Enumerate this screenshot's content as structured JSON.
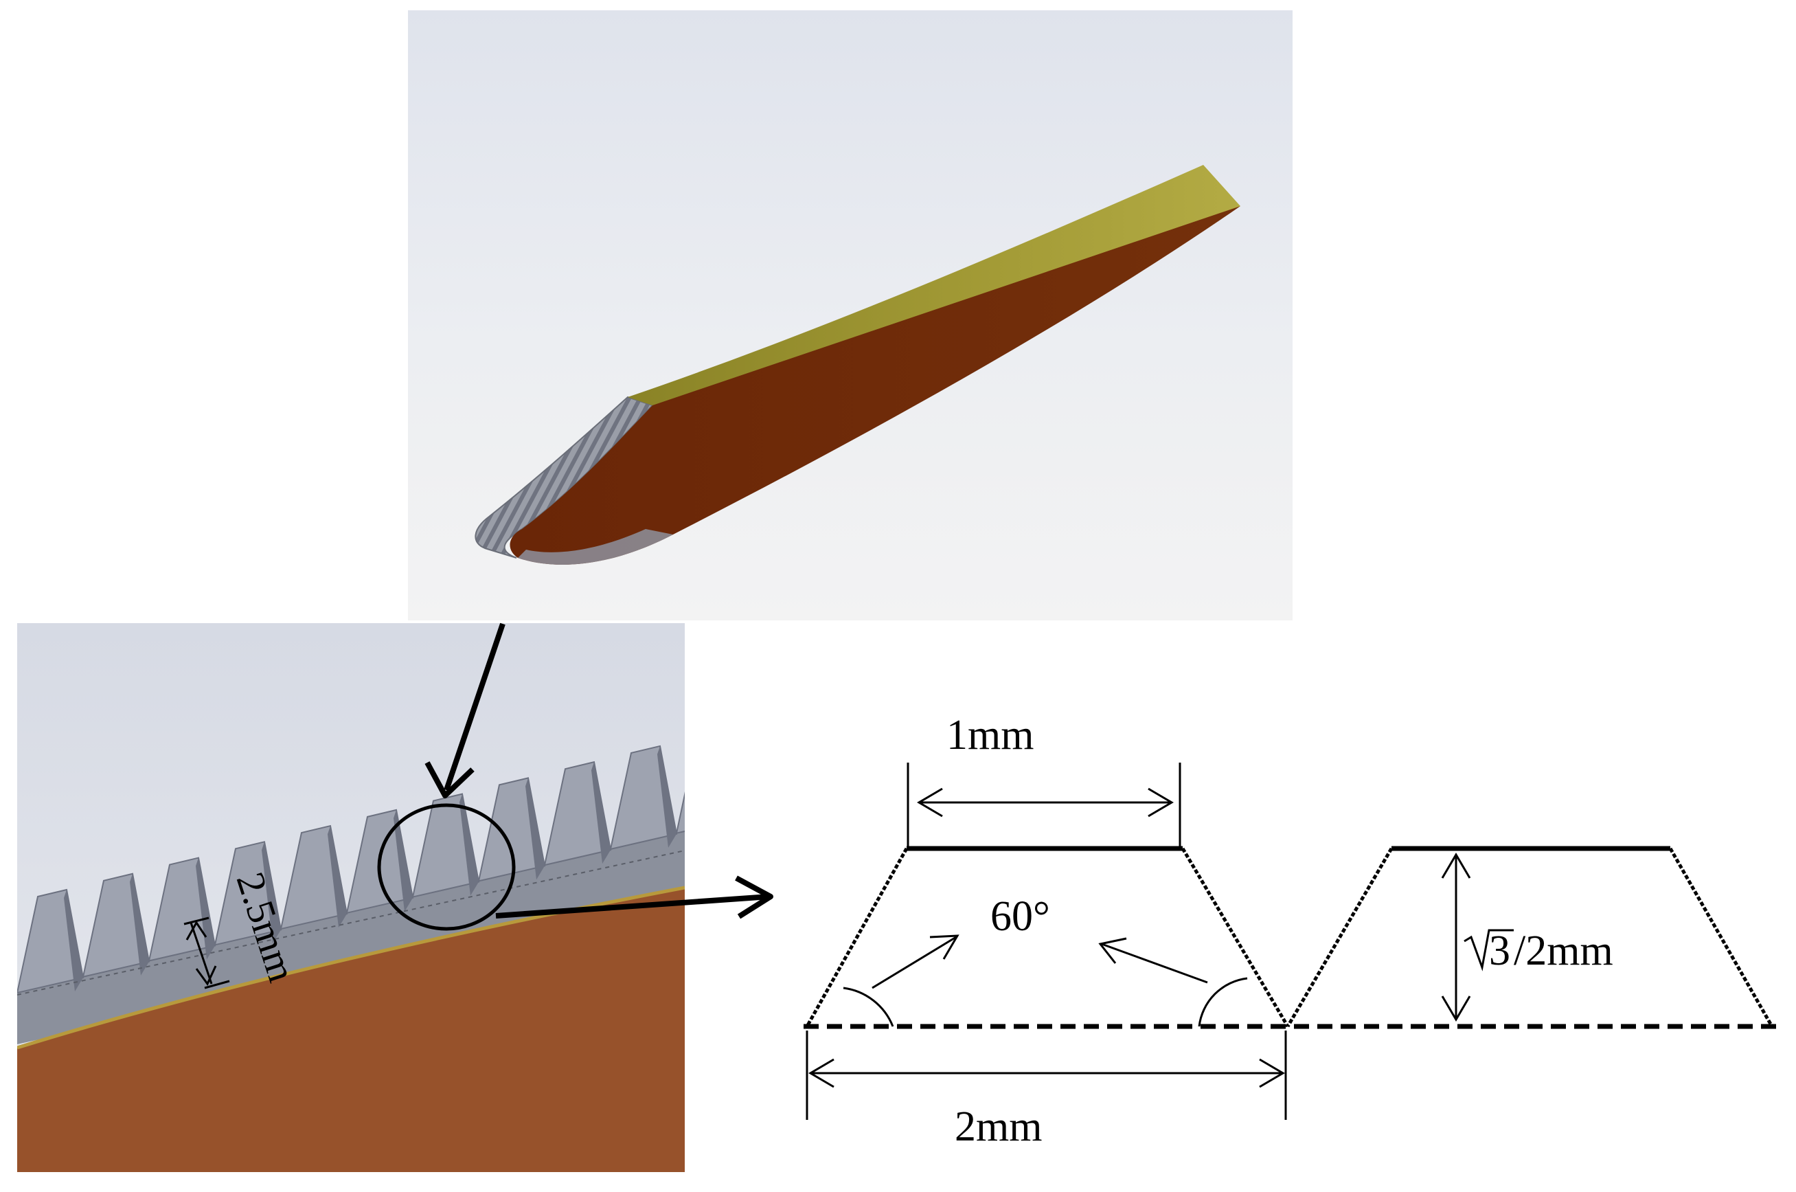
{
  "labels": {
    "groove_depth": "2.5mm",
    "top_width": "1mm",
    "angle": "60°",
    "height_radical": "3",
    "height_suffix": "/2mm",
    "base_width": "2mm"
  },
  "colors": {
    "upper_surface": "#9c9431",
    "lower_surface": "#6e2a08",
    "serration": "#8a8e98",
    "zoom_ground": "#97522b",
    "zoom_serration": "#7b818f",
    "outline": "#000000"
  }
}
